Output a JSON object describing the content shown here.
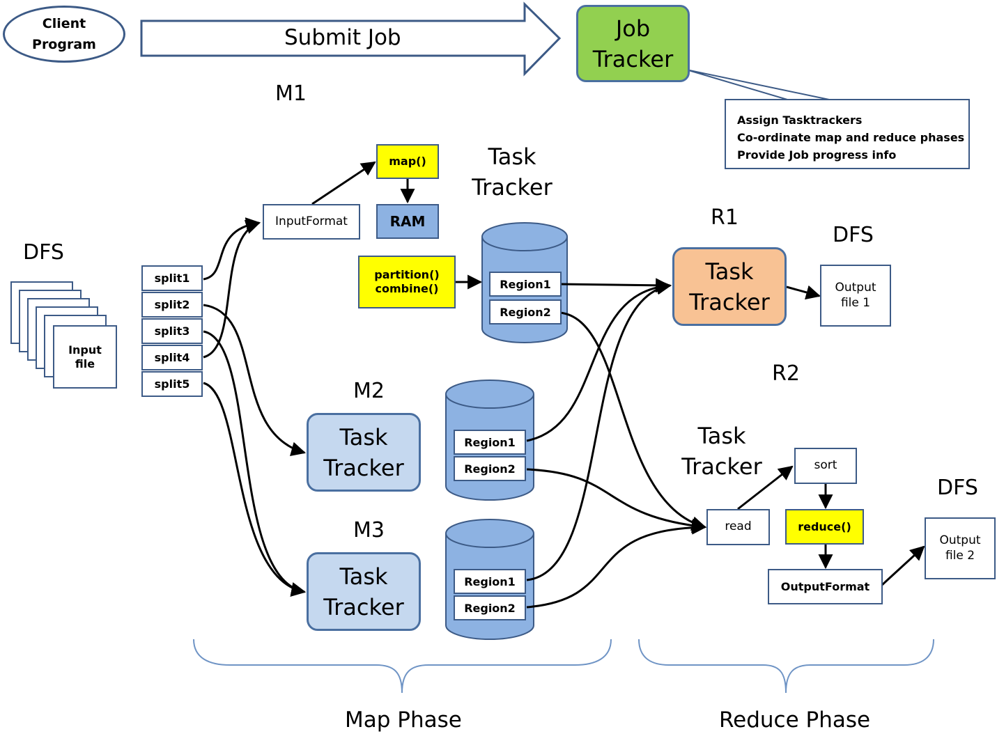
{
  "client": {
    "label": "Client\nProgram"
  },
  "submit": {
    "label": "Submit Job"
  },
  "jobtracker": {
    "label": "Job\nTracker"
  },
  "callout": {
    "lines": [
      "Assign Tasktrackers",
      "Co-ordinate map and reduce phases",
      "Provide Job progress info"
    ]
  },
  "m1": {
    "heading": "M1",
    "title": "Task\nTracker",
    "inputformat": "InputFormat",
    "map": "map()",
    "ram": "RAM",
    "partition": "partition()\ncombine()",
    "region1": "Region1",
    "region2": "Region2"
  },
  "m2": {
    "heading": "M2",
    "title": "Task\nTracker",
    "region1": "Region1",
    "region2": "Region2"
  },
  "m3": {
    "heading": "M3",
    "title": "Task\nTracker",
    "region1": "Region1",
    "region2": "Region2"
  },
  "dfs_in": {
    "heading": "DFS",
    "file": "Input\nfile"
  },
  "splits": [
    "split1",
    "split2",
    "split3",
    "split4",
    "split5"
  ],
  "r1": {
    "heading": "R1",
    "title": "Task\nTracker"
  },
  "dfs_r1": {
    "heading": "DFS",
    "file": "Output\nfile 1"
  },
  "r2": {
    "heading": "R2",
    "title": "Task\nTracker",
    "read": "read",
    "sort": "sort",
    "reduce": "reduce()",
    "outputformat": "OutputFormat"
  },
  "dfs_r2": {
    "heading": "DFS",
    "file": "Output\nfile 2"
  },
  "phases": {
    "map": "Map Phase",
    "reduce": "Reduce Phase"
  },
  "colors": {
    "blue_fill": "#c5d8ef",
    "orange_fill": "#f8c294",
    "green_fill": "#92d050",
    "yellow": "#ffff00",
    "cyl_fill": "#8db2e2",
    "border": "#4a6fa0"
  }
}
